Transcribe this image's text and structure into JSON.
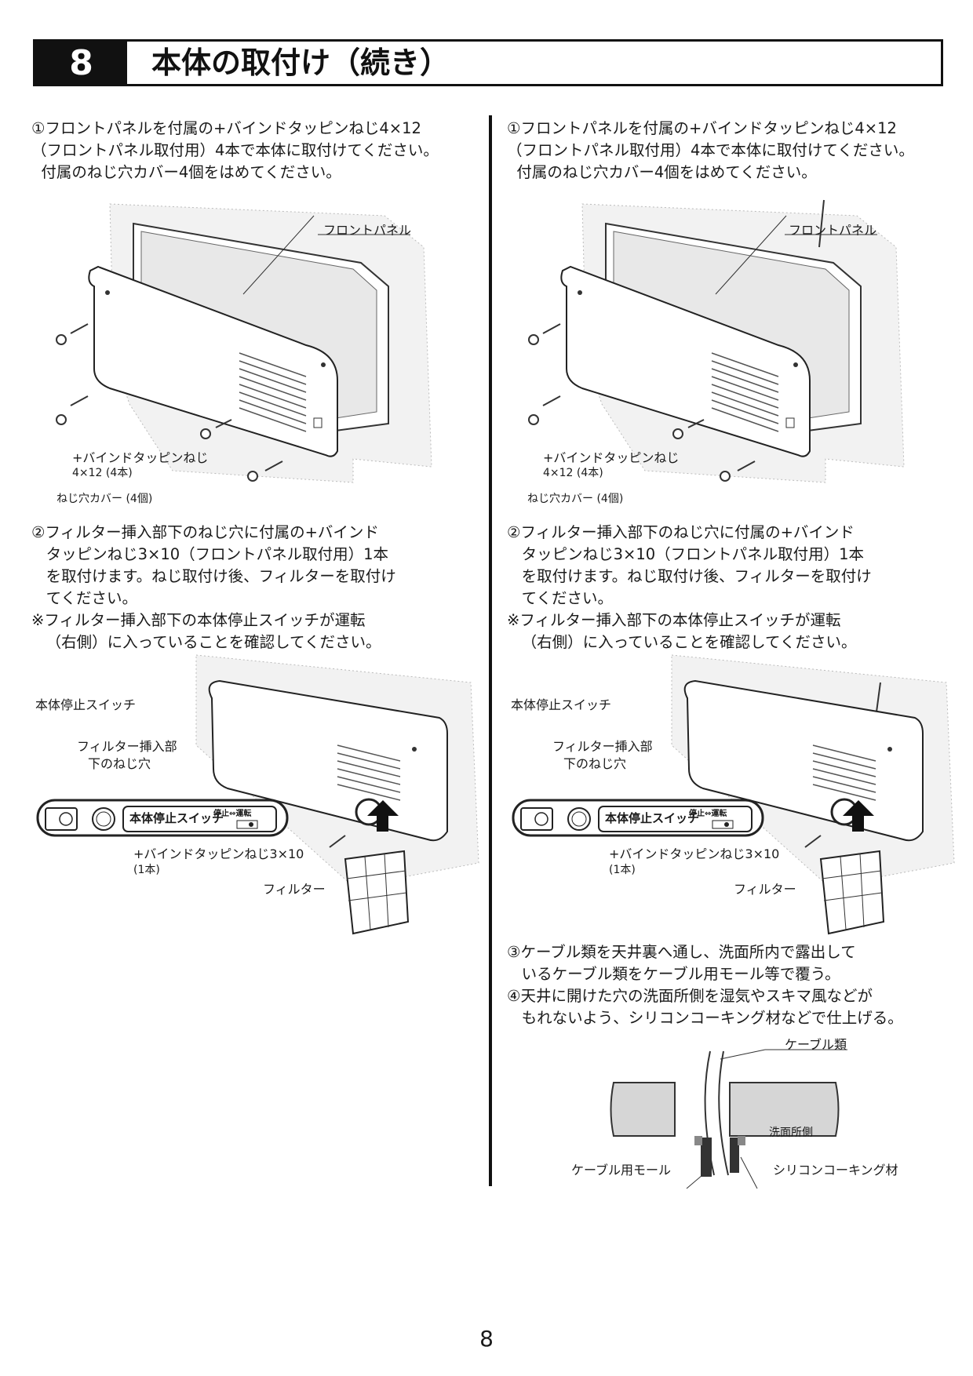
{
  "header": {
    "number": "8",
    "title": "本体の取付け（続き）"
  },
  "left": {
    "step1": "①フロントパネルを付属の+バインドタッピンねじ4×12\n（フロントパネル取付用）4本で本体に取付けてください。\n  付属のねじ穴カバー4個をはめてください。",
    "fig1": {
      "front_panel": "フロントパネル",
      "screw1": "+バインドタッピンねじ",
      "screw2": "4×12 (4本)",
      "cover": "ねじ穴カバー (4個)"
    },
    "step2": "②フィルター挿入部下のねじ穴に付属の+バインド\n   タッピンねじ3×10（フロントパネル取付用）1本\n   を取付けます。ねじ取付け後、フィルターを取付け\n   てください。\n※フィルター挿入部下の本体停止スイッチが運転\n   （右側）に入っていることを確認してください。",
    "fig2": {
      "stop_switch": "本体停止スイッチ",
      "filter_slot1": "フィルター挿入部",
      "filter_slot2": "下のねじ穴",
      "switch_label": "本体停止スイッチ",
      "switch_state": "停止⇔運転",
      "screw1": "+バインドタッピンねじ3×10",
      "screw2": "(1本)",
      "filter": "フィルター"
    }
  },
  "right": {
    "step1": "①フロントパネルを付属の+バインドタッピンねじ4×12\n（フロントパネル取付用）4本で本体に取付けてください。\n  付属のねじ穴カバー4個をはめてください。",
    "fig1": {
      "front_panel": "フロントパネル",
      "screw1": "+バインドタッピンねじ",
      "screw2": "4×12 (4本)",
      "cover": "ねじ穴カバー (4個)"
    },
    "step2": "②フィルター挿入部下のねじ穴に付属の+バインド\n   タッピンねじ3×10（フロントパネル取付用）1本\n   を取付けます。ねじ取付け後、フィルターを取付け\n   てください。\n※フィルター挿入部下の本体停止スイッチが運転\n   （右側）に入っていることを確認してください。",
    "fig2": {
      "stop_switch": "本体停止スイッチ",
      "filter_slot1": "フィルター挿入部",
      "filter_slot2": "下のねじ穴",
      "switch_label": "本体停止スイッチ",
      "switch_state": "停止⇔運転",
      "screw1": "+バインドタッピンねじ3×10",
      "screw2": "(1本)",
      "filter": "フィルター"
    },
    "step34": "③ケーブル類を天井裏へ通し、洗面所内で露出して\n   いるケーブル類をケーブル用モール等で覆う。\n④天井に開けた穴の洗面所側を湿気やスキマ風などが\n   もれないよう、シリコンコーキング材などで仕上げる。",
    "fig3": {
      "cables": "ケーブル類",
      "washroom_side": "洗面所側",
      "molding": "ケーブル用モール",
      "caulking": "シリコンコーキング材"
    }
  },
  "page_number": "8"
}
